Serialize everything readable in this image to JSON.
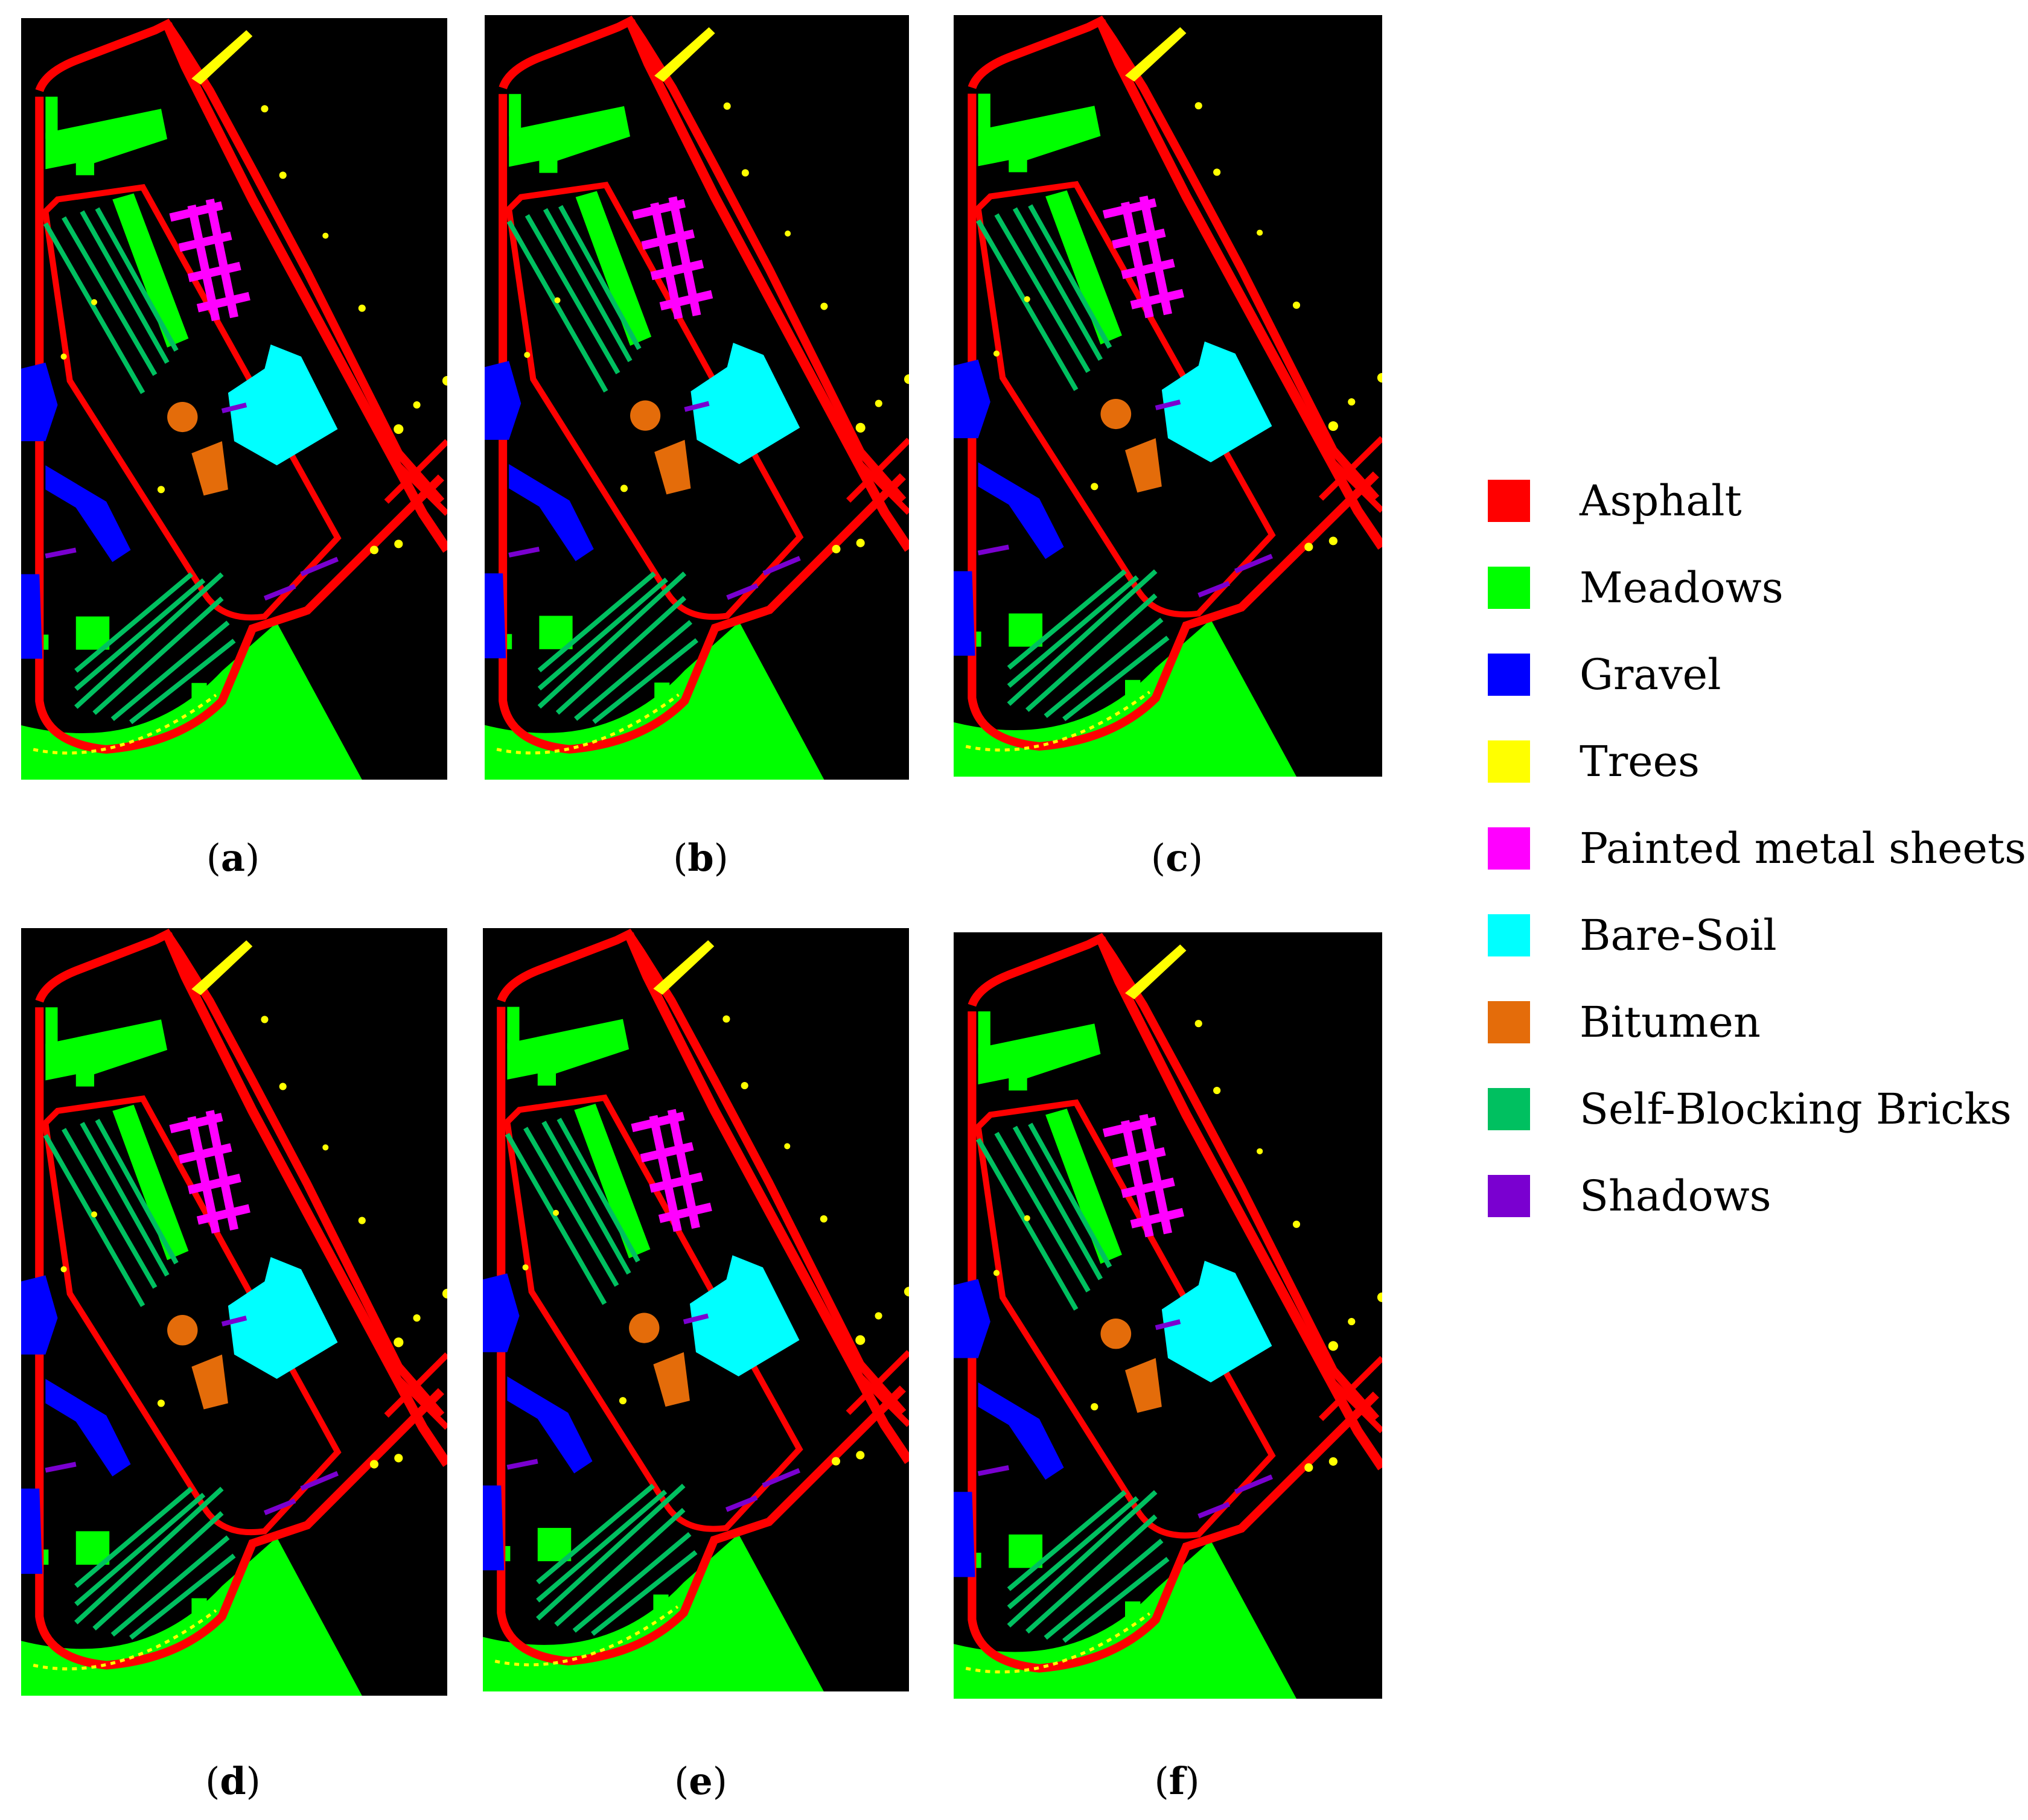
{
  "panels": [
    {
      "caption": "a"
    },
    {
      "caption": "b"
    },
    {
      "caption": "c"
    },
    {
      "caption": "d"
    },
    {
      "caption": "e"
    },
    {
      "caption": "f"
    }
  ],
  "legend": [
    {
      "label": "Asphalt",
      "color": "#ff0000"
    },
    {
      "label": "Meadows",
      "color": "#00ff00"
    },
    {
      "label": "Gravel",
      "color": "#0000ff"
    },
    {
      "label": "Trees",
      "color": "#ffff00"
    },
    {
      "label": "Painted metal sheets",
      "color": "#ff00ff"
    },
    {
      "label": "Bare-Soil",
      "color": "#00ffff"
    },
    {
      "label": "Bitumen",
      "color": "#e46c0a"
    },
    {
      "label": "Self-Blocking Bricks",
      "color": "#00c060"
    },
    {
      "label": "Shadows",
      "color": "#7a00d0"
    }
  ]
}
